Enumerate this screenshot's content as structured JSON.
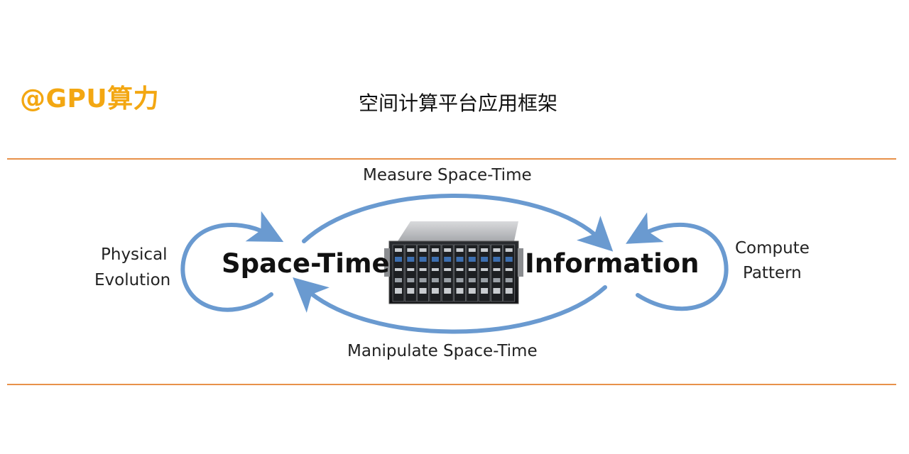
{
  "watermark": "@GPU算力",
  "title": "空间计算平台应用框架",
  "colors": {
    "accent_rule": "#e8914a",
    "arrow": "#6a9ad0",
    "watermark": "#f3a712"
  },
  "diagram": {
    "nodes": {
      "left": "Space-Time",
      "right": "Information"
    },
    "edges": {
      "top": "Measure Space-Time",
      "bottom": "Manipulate Space-Time",
      "left_loop": [
        "Physical",
        "Evolution"
      ],
      "right_loop": [
        "Compute",
        "Pattern"
      ]
    },
    "center_icon": "server-rack-icon"
  }
}
